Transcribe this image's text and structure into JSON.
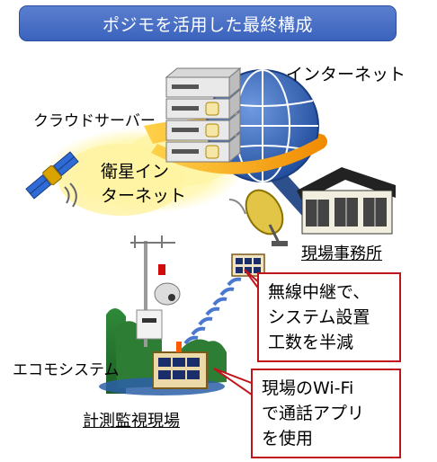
{
  "title": "ポジモを活用した最終構成",
  "labels": {
    "internet": "インターネット",
    "cloud_server": "クラウドサーバー",
    "satellite_internet_line1": "衛星イン",
    "satellite_internet_line2": "ターネット",
    "site_office": "現場事務所",
    "eco_system": "エコモシステム",
    "monitoring_site": "計測監視現場"
  },
  "callouts": {
    "relay": [
      "無線中継で、",
      "システム設置",
      "工数を半減"
    ],
    "wifi": [
      "現場のWi-Fi",
      "で通話アプリ",
      "を使用"
    ]
  },
  "colors": {
    "banner": "#4a70c6",
    "callout_border": "#c0141b",
    "cloud": "#fff3a0",
    "globe": "#2e5fb0",
    "orbit": "#f5a300"
  }
}
